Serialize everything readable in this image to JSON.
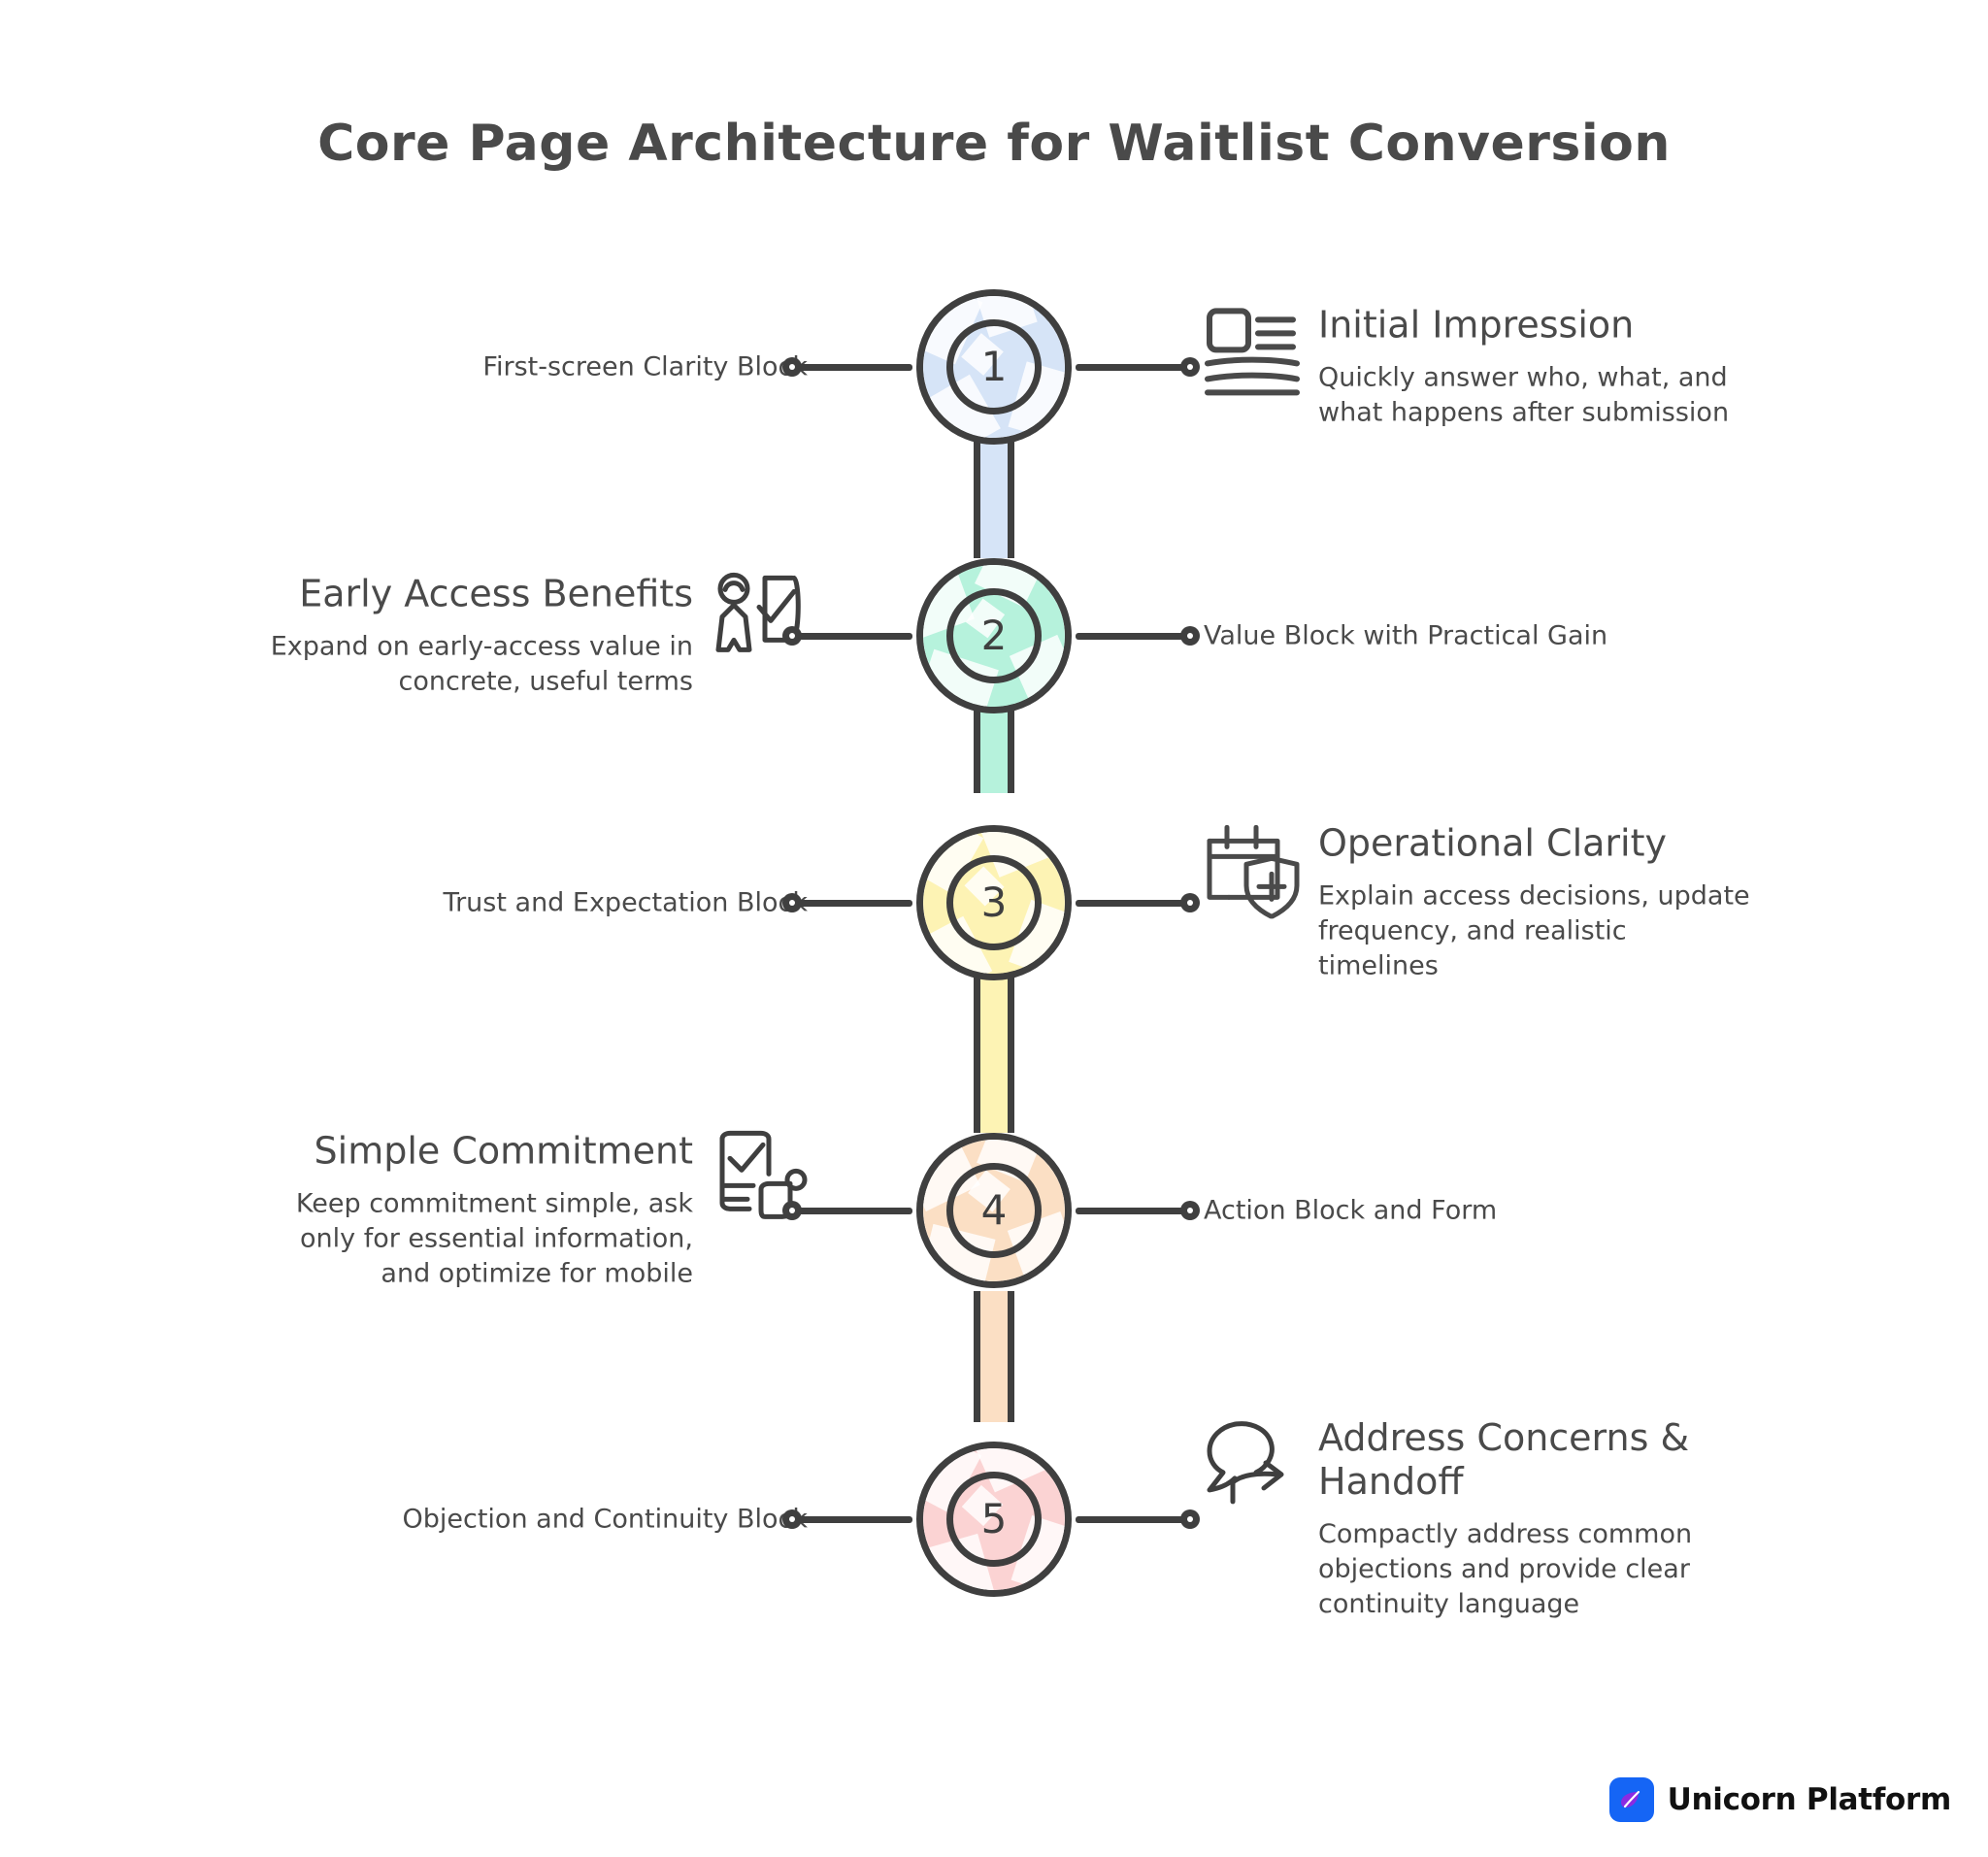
{
  "title": "Core Page Architecture for Waitlist Conversion",
  "colors": {
    "stroke": "#3f3f3f",
    "text": "#4a4a4a",
    "background": "#ffffff",
    "node1": "#d6e4f7",
    "node2": "#b6f2dc",
    "node3": "#fdf3b4",
    "node4": "#fbdfc4",
    "node5": "#fbd3d3",
    "logo_mark": "#1565f5",
    "logo_leaf": "#8a2be2",
    "logo_text": "#111111"
  },
  "diagram": {
    "type": "vertical-numbered-timeline",
    "node_count": 5,
    "nodes": [
      {
        "number": "1",
        "color": "#d6e4f7",
        "left": {
          "label": "First-screen Clarity Block",
          "icon": null
        },
        "right": {
          "icon": "article-layout-icon",
          "heading": "Initial Impression",
          "body": "Quickly answer who, what, and\nwhat happens after submission"
        }
      },
      {
        "number": "2",
        "color": "#b6f2dc",
        "left": {
          "icon": "person-approval-icon",
          "heading": "Early Access Benefits",
          "body": "Expand on early-access value in\nconcrete, useful terms"
        },
        "right": {
          "label": "Value Block with Practical Gain",
          "icon": null
        }
      },
      {
        "number": "3",
        "color": "#fdf3b4",
        "left": {
          "label": "Trust and Expectation Block",
          "icon": null
        },
        "right": {
          "icon": "calendar-shield-plus-icon",
          "heading": "Operational Clarity",
          "body": "Explain access decisions, update\nfrequency, and realistic\ntimelines"
        }
      },
      {
        "number": "4",
        "color": "#fbdfc4",
        "left": {
          "icon": "mobile-form-check-icon",
          "heading": "Simple Commitment",
          "body": "Keep commitment simple, ask\nonly for essential information,\nand optimize for mobile"
        },
        "right": {
          "label": "Action Block and Form",
          "icon": null
        }
      },
      {
        "number": "5",
        "color": "#fbd3d3",
        "left": {
          "label": "Objection and Continuity Block",
          "icon": null
        },
        "right": {
          "icon": "speech-bubble-arrow-icon",
          "heading": "Address Concerns &\nHandoff",
          "body": "Compactly address common\nobjections and provide clear\ncontinuity language"
        }
      }
    ]
  },
  "logo": {
    "name": "Unicorn Platform",
    "mark_icon": "unicorn-leaf-icon"
  }
}
